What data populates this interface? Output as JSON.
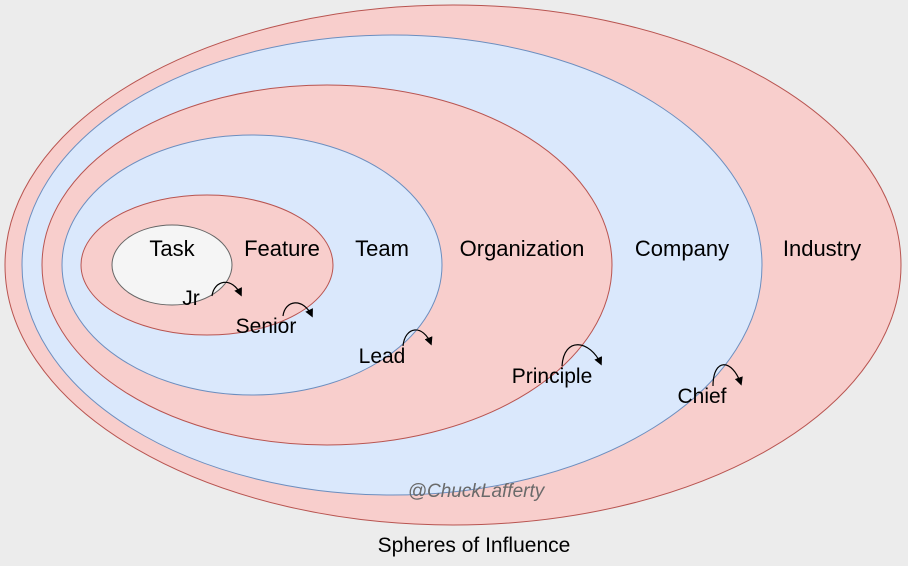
{
  "colors": {
    "background": "#ececec",
    "pink_fill": "#f8cecc",
    "pink_stroke": "#b85450",
    "blue_fill": "#dae8fc",
    "blue_stroke": "#6c8ebf",
    "task_fill": "#f5f5f5",
    "task_stroke": "#666666"
  },
  "spheres": [
    {
      "label": "Industry",
      "fill": "pink"
    },
    {
      "label": "Company",
      "fill": "blue"
    },
    {
      "label": "Organization",
      "fill": "pink"
    },
    {
      "label": "Team",
      "fill": "blue"
    },
    {
      "label": "Feature",
      "fill": "pink"
    },
    {
      "label": "Task",
      "fill": "grey"
    }
  ],
  "roles": [
    {
      "label": "Jr"
    },
    {
      "label": "Senior"
    },
    {
      "label": "Lead"
    },
    {
      "label": "Principle"
    },
    {
      "label": "Chief"
    }
  ],
  "watermark": "@ChuckLafferty",
  "caption": "Spheres of Influence"
}
